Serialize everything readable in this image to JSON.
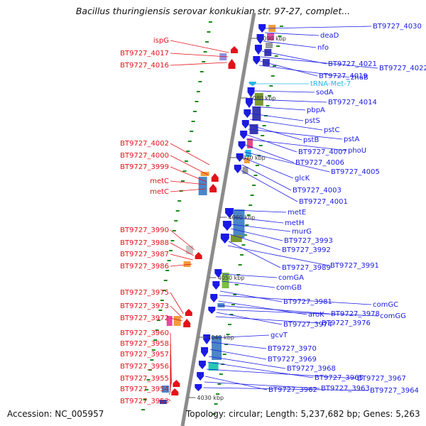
{
  "title": "Bacillus thuringiensis serovar konkukian str. 97-27, complet...",
  "footer": {
    "accession": "Accession: NC_005957",
    "topology": "Topology: circular; Length: 5,237,682 bp; Genes: 5,263"
  },
  "colors": {
    "backbone": "#8c8c8c",
    "forward_gene": "#1a1ae6",
    "reverse_gene": "#e3121a",
    "trna": "#29b6e8",
    "tick_dot": "#1a8a1a"
  },
  "ticks": [
    "4090 kbp",
    "4080 kbp",
    "4070 kbp",
    "4060 kbp",
    "4050 kbp",
    "4040 kbp",
    "4030 kbp"
  ],
  "left_labels": [
    "ispG",
    "BT9727_4017",
    "BT9727_4016",
    "BT9727_4002",
    "BT9727_4000",
    "BT9727_3999",
    "metC",
    "metC",
    "BT9727_3990",
    "BT9727_3988",
    "BT9727_3987",
    "BT9727_3986",
    "BT9727_3975",
    "BT9727_3973",
    "BT9727_3972",
    "BT9727_3960",
    "BT9727_3958",
    "BT9727_3957",
    "BT9727_3956",
    "BT9727_3955",
    "BT9727_3954",
    "BT9727_3953"
  ],
  "right_labels": [
    "BT9727_4030",
    "deaD",
    "nfo",
    "BT9727_4021",
    "BT9727_4022",
    "BT9727_4019",
    "znuB",
    "tRNA-Met-7",
    "sodA",
    "BT9727_4014",
    "pbpA",
    "pstS",
    "pstC",
    "pstB",
    "pstA",
    "BT9727_4007",
    "phoU",
    "BT9727_4006",
    "BT9727_4005",
    "glcK",
    "BT9727_4003",
    "BT9727_4001",
    "metE",
    "metH",
    "murG",
    "BT9727_3993",
    "BT9727_3992",
    "BT9727_3989",
    "BT9727_3991",
    "comGA",
    "comGB",
    "BT9727_3981",
    "comGC",
    "aroK",
    "BT9727_3978",
    "comGG",
    "BT9727_3974",
    "BT9727_3976",
    "gcvT",
    "BT9727_3970",
    "BT9727_3969",
    "BT9727_3968",
    "BT9727_3965",
    "BT9727_3967",
    "BT9727_3962",
    "BT9727_3963",
    "BT9727_3964"
  ]
}
